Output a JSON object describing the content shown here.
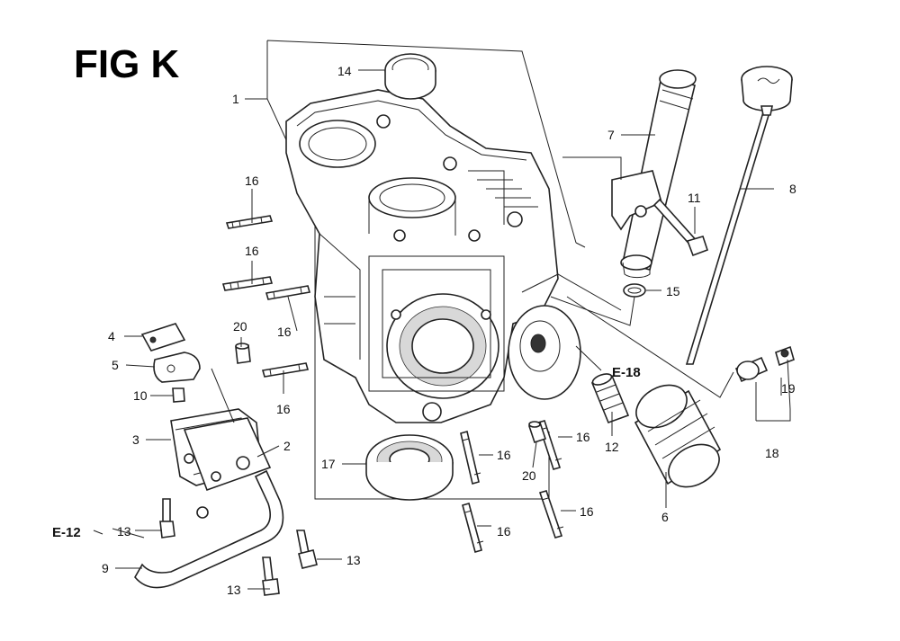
{
  "figure": {
    "title": "FIG K"
  },
  "callouts": {
    "c1": "1",
    "c2": "2",
    "c3": "3",
    "c4": "4",
    "c5": "5",
    "c6": "6",
    "c7": "7",
    "c8": "8",
    "c9": "9",
    "c10": "10",
    "c11": "11",
    "c12": "12",
    "c13a": "13",
    "c13b": "13",
    "c13c": "13",
    "c14": "14",
    "c15": "15",
    "c16a": "16",
    "c16b": "16",
    "c16c": "16",
    "c16d": "16",
    "c16e": "16",
    "c16f": "16",
    "c16g": "16",
    "c16h": "16",
    "c17": "17",
    "c18": "18",
    "c19": "19",
    "c20a": "20",
    "c20b": "20"
  },
  "references": {
    "e18": "E-18",
    "e12": "E-12"
  }
}
